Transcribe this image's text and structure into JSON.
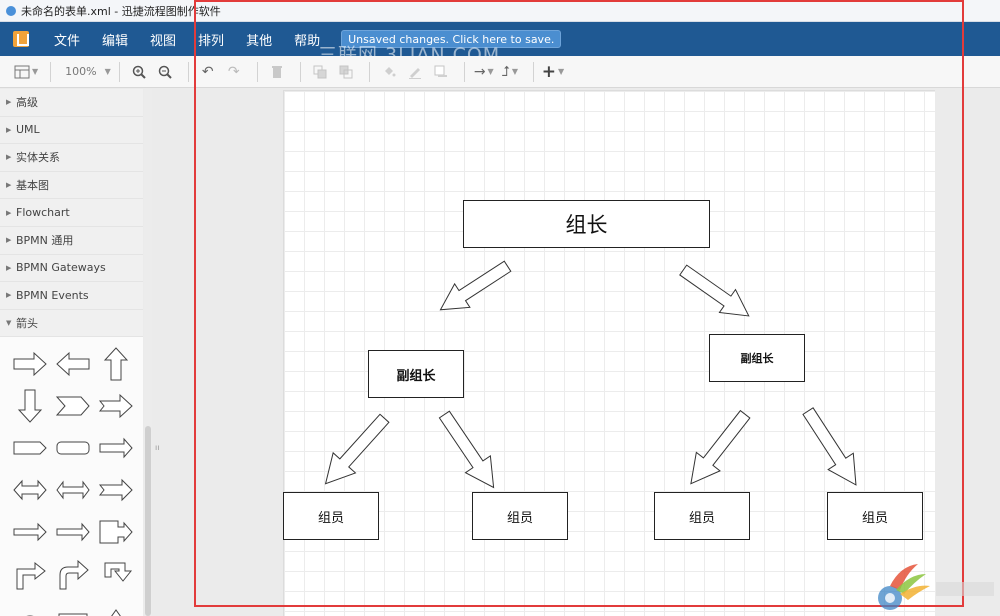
{
  "window": {
    "title": "未命名的表单.xml - 迅捷流程图制作软件"
  },
  "menubar": {
    "items": [
      "文件",
      "编辑",
      "视图",
      "排列",
      "其他",
      "帮助"
    ],
    "unsaved_notice": "Unsaved changes. Click here to save."
  },
  "watermark": "三联网 3LIAN.COM",
  "toolbar": {
    "zoom": "100%"
  },
  "sidebar": {
    "categories": [
      "高级",
      "UML",
      "实体关系",
      "基本图",
      "Flowchart",
      "BPMN 通用",
      "BPMN Gateways",
      "BPMN Events",
      "箭头"
    ],
    "expanded": "箭头"
  },
  "diagram": {
    "nodes": {
      "leader": "组长",
      "deputy_left": "副组长",
      "deputy_right": "副组长",
      "member_1": "组员",
      "member_2": "组员",
      "member_3": "组员",
      "member_4": "组员"
    }
  },
  "colors": {
    "menubar": "#1f5993",
    "accent_notice": "#4b8ed0",
    "frame": "#e23b3b"
  }
}
